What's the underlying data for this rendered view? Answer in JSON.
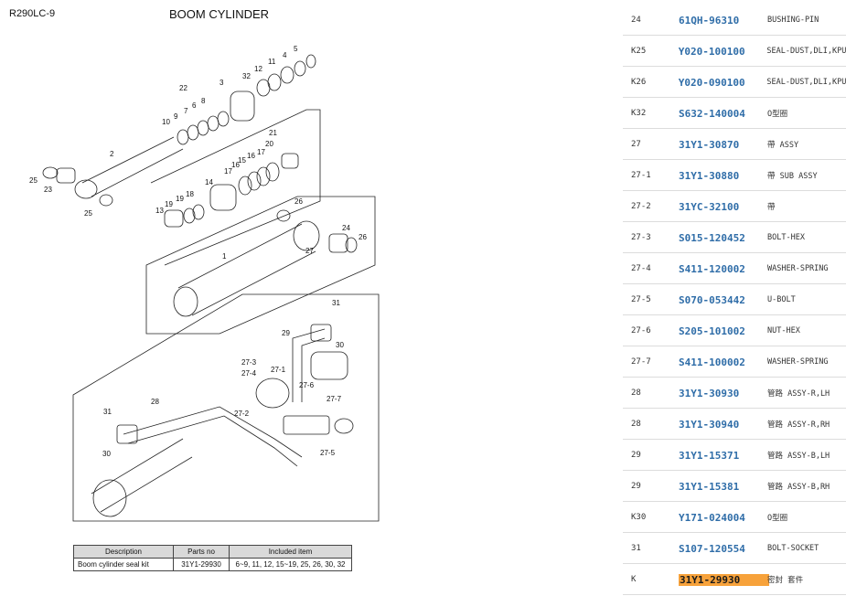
{
  "page": {
    "model": "R290LC-9",
    "title": "BOOM CYLINDER"
  },
  "kit_table": {
    "headers": [
      "Description",
      "Parts no",
      "Included item"
    ],
    "rows": [
      [
        "Boom cylinder seal kit",
        "31Y1-29930",
        "6~9, 11, 12, 15~19, 25, 26, 30, 32"
      ]
    ]
  },
  "callouts": [
    "R290LC-9"
  ],
  "diagram_labels": [
    "1",
    "2",
    "3",
    "4",
    "5",
    "6",
    "7",
    "8",
    "9",
    "10",
    "11",
    "12",
    "13",
    "14",
    "15",
    "16",
    "16",
    "17",
    "17",
    "18",
    "19",
    "19",
    "20",
    "21",
    "22",
    "23",
    "24",
    "25",
    "25",
    "26",
    "26",
    "27",
    "27-1",
    "27-2",
    "27-3",
    "27-4",
    "27-5",
    "27-6",
    "27-7",
    "28",
    "29",
    "30",
    "30",
    "31",
    "31",
    "32"
  ],
  "parts": [
    {
      "no": "24",
      "code": "61QH-96310",
      "desc": "BUSHING-PIN"
    },
    {
      "no": "K25",
      "code": "Y020-100100",
      "desc": "SEAL-DUST,DLI,KPU"
    },
    {
      "no": "K26",
      "code": "Y020-090100",
      "desc": "SEAL-DUST,DLI,KPU"
    },
    {
      "no": "K32",
      "code": "S632-140004",
      "desc": "O型圈"
    },
    {
      "no": "27",
      "code": "31Y1-30870",
      "desc": "帶 ASSY"
    },
    {
      "no": "27-1",
      "code": "31Y1-30880",
      "desc": "帶 SUB ASSY"
    },
    {
      "no": "27-2",
      "code": "31YC-32100",
      "desc": "帶"
    },
    {
      "no": "27-3",
      "code": "S015-120452",
      "desc": "BOLT-HEX"
    },
    {
      "no": "27-4",
      "code": "S411-120002",
      "desc": "WASHER-SPRING"
    },
    {
      "no": "27-5",
      "code": "S070-053442",
      "desc": "U-BOLT"
    },
    {
      "no": "27-6",
      "code": "S205-101002",
      "desc": "NUT-HEX"
    },
    {
      "no": "27-7",
      "code": "S411-100002",
      "desc": "WASHER-SPRING"
    },
    {
      "no": "28",
      "code": "31Y1-30930",
      "desc": "管路 ASSY-R,LH"
    },
    {
      "no": "28",
      "code": "31Y1-30940",
      "desc": "管路 ASSY-R,RH"
    },
    {
      "no": "29",
      "code": "31Y1-15371",
      "desc": "管路 ASSY-B,LH"
    },
    {
      "no": "29",
      "code": "31Y1-15381",
      "desc": "管路 ASSY-B,RH"
    },
    {
      "no": "K30",
      "code": "Y171-024004",
      "desc": "O型圈"
    },
    {
      "no": "31",
      "code": "S107-120554",
      "desc": "BOLT-SOCKET"
    },
    {
      "no": "K",
      "code": "31Y1-29930",
      "desc": "密封 套件",
      "highlight": true
    }
  ],
  "colors": {
    "link": "#2f6da8",
    "highlight": "#f7a23b",
    "divider": "#dcdcdc"
  }
}
